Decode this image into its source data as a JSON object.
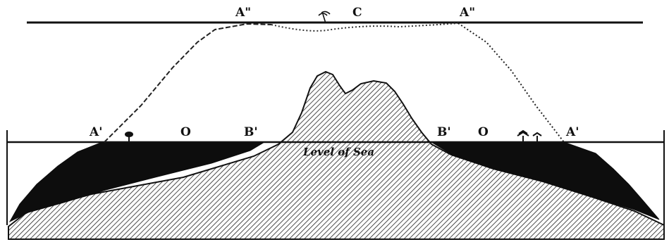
{
  "labels": {
    "a_double_left": "A\"",
    "c_top": "C",
    "a_double_right": "A\"",
    "a_prime_left": "A'",
    "o_left": "O",
    "b_prime_left": "B'",
    "b_prime_right": "B'",
    "o_right": "O",
    "a_prime_right": "A'"
  },
  "sea_label": "Level of Sea",
  "colors": {
    "ink": "#111111",
    "reef_fill": "#0d0d0d",
    "hatch": "#222222",
    "background": "#ffffff"
  }
}
